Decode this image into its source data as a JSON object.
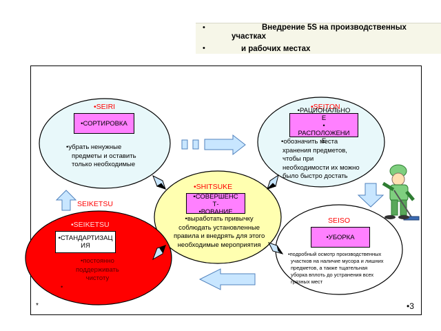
{
  "title": {
    "line1": "Внедрение 5S на производственных",
    "line2": "участках",
    "line3": "и рабочих местах"
  },
  "steps": {
    "seiri": {
      "label": "•SEIRI",
      "tag": "•СОРТИРОВКА",
      "desc": [
        "•убрать ненужные",
        "предметы и оставить",
        "только необходимые"
      ]
    },
    "seiton": {
      "label": "•SEITON",
      "tag_lines": [
        "•РАЦИОНАЛЬНО",
        "Е",
        "•",
        "РАСПОЛОЖЕНИ",
        "Е"
      ],
      "desc": [
        "•обозначить места",
        "хранения предметов,",
        "чтобы при",
        "необходимости их можно",
        "было быстро достать"
      ]
    },
    "shitsuke": {
      "label": "•SHITSUKE",
      "tag_lines": [
        "•СОВЕРШЕНС",
        "Т-",
        "•ВОВАНИЕ"
      ],
      "desc": [
        "•выработать привычку",
        "соблюдать установленные",
        "правила и внедрять для этого",
        "необходимые мероприятия"
      ]
    },
    "seiketsu": {
      "label": "•SEIKETSU",
      "outside_label": "SEIKETSU",
      "tag_lines": [
        "•СТАНДАРТИЗАЦ",
        "ИЯ"
      ],
      "desc": [
        "•постоянно",
        "поддерживать",
        "чистоту",
        "•"
      ]
    },
    "seiso": {
      "label": "SEISO",
      "tag": "•УБОРКА",
      "desc": [
        "•подробный осмотр производственных",
        "участков на наличие мусора и лишних",
        "предметов, а также тщательная",
        "уборка вплоть до устранения всех",
        "грязных мест"
      ]
    }
  },
  "footer": {
    "left": "*",
    "right": "•3"
  },
  "colors": {
    "circle_light": "#e8f8fa",
    "circle_yellow": "#ffffb0",
    "circle_red": "#ff0000",
    "tag_fill": "#ff80ff",
    "arrow_fill": "#c8e6ff",
    "arrow_stroke": "#4f81bd",
    "label_red": "#ff0000"
  }
}
